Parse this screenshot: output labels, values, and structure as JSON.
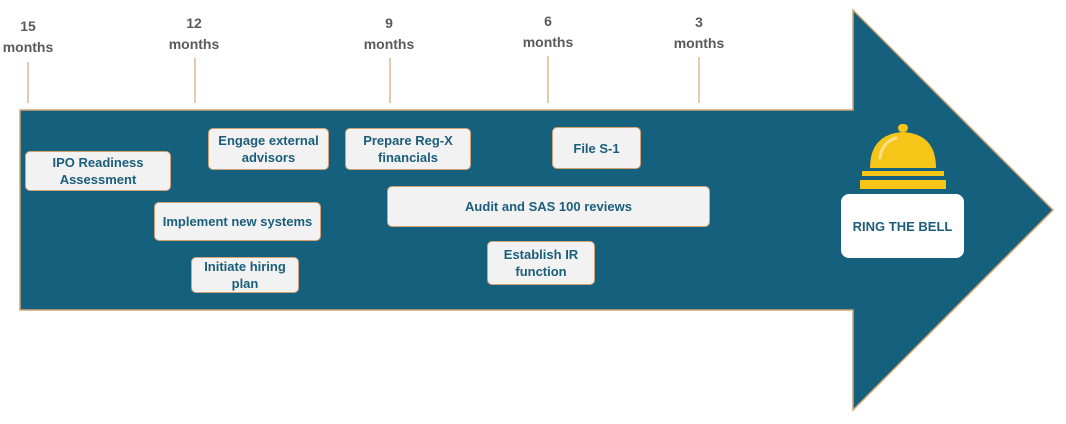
{
  "timeline": {
    "ticks": [
      {
        "number": "15",
        "unit": "months"
      },
      {
        "number": "12",
        "unit": "months"
      },
      {
        "number": "9",
        "unit": "months"
      },
      {
        "number": "6",
        "unit": "months"
      },
      {
        "number": "3",
        "unit": "months"
      }
    ]
  },
  "tasks": {
    "ipo_readiness": "IPO Readiness Assessment",
    "engage_advisors": "Engage external advisors",
    "implement_systems": "Implement new systems",
    "hiring_plan": "Initiate hiring plan",
    "reg_x": "Prepare Reg-X financials",
    "file_s1": "File S-1",
    "audit_reviews": "Audit and SAS 100 reviews",
    "establish_ir": "Establish IR function"
  },
  "goal": {
    "label": "RING THE BELL",
    "icon": "bell-icon"
  },
  "colors": {
    "arrow": "#15607d",
    "box_fill": "#f2f2f2",
    "box_border": "#d4a373",
    "text": "#1b5e7c",
    "tick_line": "#d4a373",
    "bell": "#f5c518"
  }
}
